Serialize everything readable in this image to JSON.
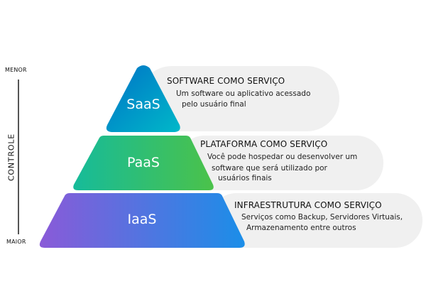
{
  "axis": {
    "label": "CONTROLE",
    "top_label": "MENOR",
    "bottom_label": "MAIOR"
  },
  "tiers": [
    {
      "id": "saas",
      "abbr": "SaaS",
      "title": "SOFTWARE COMO SERVIÇO",
      "description": [
        "Um software ou aplicativo acessado",
        "pelo usuário final"
      ],
      "gradient": [
        "#0073c6",
        "#00b8c9"
      ]
    },
    {
      "id": "paas",
      "abbr": "PaaS",
      "title": "PLATAFORMA COMO SERVIÇO",
      "description": [
        "Você pode hospedar ou desenvolver um",
        "software que será utilizado por",
        "usuários finais"
      ],
      "gradient": [
        "#16bb9a",
        "#4bc24a"
      ]
    },
    {
      "id": "iaas",
      "abbr": "IaaS",
      "title": "INFRAESTRUTURA COMO SERVIÇO",
      "description": [
        "Serviços como Backup, Servidores Virtuais,",
        "Armazenamento entre outros"
      ],
      "gradient": [
        "#8a5ad8",
        "#1b8ee8"
      ]
    }
  ],
  "colors": {
    "panel": "#f0f0f0",
    "axis_line": "#555555"
  }
}
